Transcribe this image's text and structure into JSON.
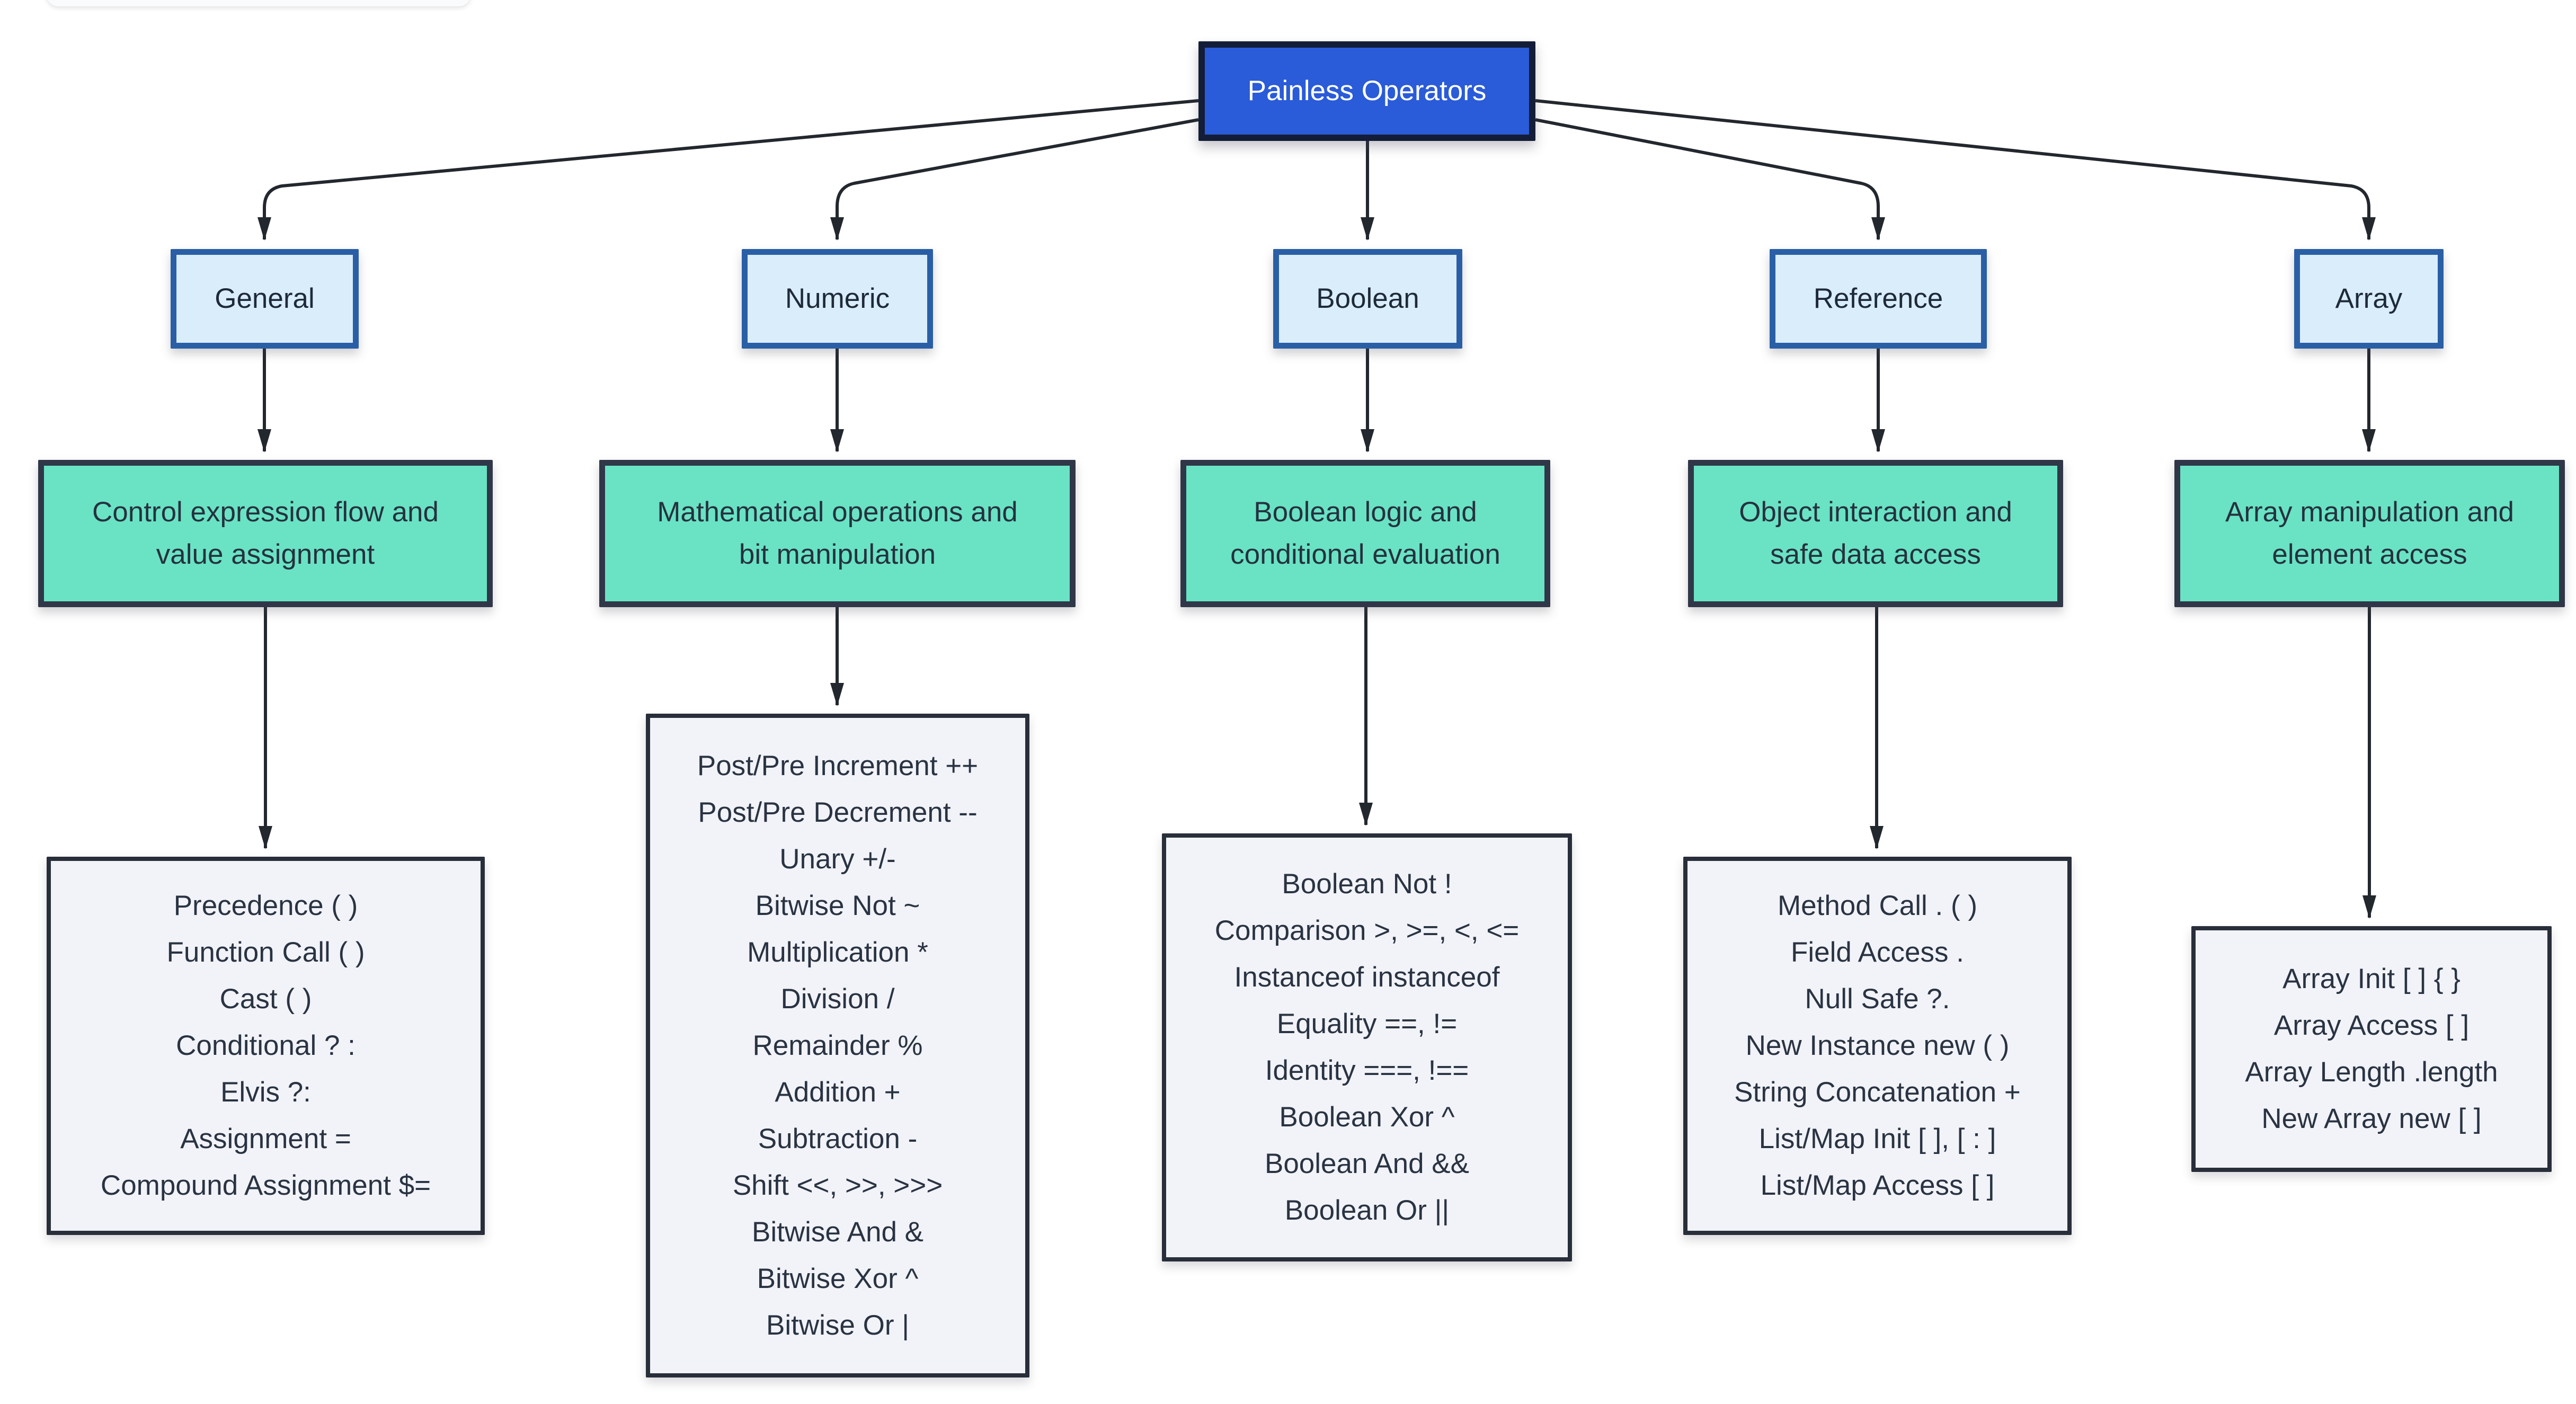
{
  "diagram": {
    "title": "Painless Operators",
    "branches": [
      {
        "label": "General",
        "summary": [
          "Control expression flow and",
          "value assignment"
        ],
        "items": [
          "Precedence ( )",
          "Function Call ( )",
          "Cast ( )",
          "Conditional ? :",
          "Elvis ?:",
          "Assignment =",
          "Compound Assignment $="
        ]
      },
      {
        "label": "Numeric",
        "summary": [
          "Mathematical operations and",
          "bit manipulation"
        ],
        "items": [
          "Post/Pre Increment ++",
          "Post/Pre Decrement --",
          "Unary +/-",
          "Bitwise Not ~",
          "Multiplication *",
          "Division /",
          "Remainder %",
          "Addition +",
          "Subtraction -",
          "Shift <<, >>, >>>",
          "Bitwise And &",
          "Bitwise Xor ^",
          "Bitwise Or |"
        ]
      },
      {
        "label": "Boolean",
        "summary": [
          "Boolean logic and",
          "conditional evaluation"
        ],
        "items": [
          "Boolean Not !",
          "Comparison >, >=, <, <=",
          "Instanceof instanceof",
          "Equality ==, !=",
          "Identity ===, !==",
          "Boolean Xor ^",
          "Boolean And &&",
          "Boolean Or ||"
        ]
      },
      {
        "label": "Reference",
        "summary": [
          "Object interaction and",
          "safe data access"
        ],
        "items": [
          "Method Call . ( )",
          "Field Access .",
          "Null Safe ?.",
          "New Instance new ( )",
          "String Concatenation +",
          "List/Map Init [ ], [ : ]",
          "List/Map Access [ ]"
        ]
      },
      {
        "label": "Array",
        "summary": [
          "Array manipulation and",
          "element access"
        ],
        "items": [
          "Array Init [ ] { }",
          "Array Access [ ]",
          "Array Length .length",
          "New Array new [ ]"
        ]
      }
    ]
  },
  "colors": {
    "root_fill": "#2a5bd8",
    "root_border": "#141d38",
    "root_text": "#ffffff",
    "category_fill": "#d9edfb",
    "category_border": "#2a5fa6",
    "category_text": "#1f2a38",
    "summary_fill": "#69e3c4",
    "summary_border": "#2f3748",
    "summary_text": "#26313f",
    "detail_fill": "#f1f3f8",
    "detail_border": "#282e3a",
    "detail_text": "#2a3342",
    "edge": "#23272e"
  }
}
